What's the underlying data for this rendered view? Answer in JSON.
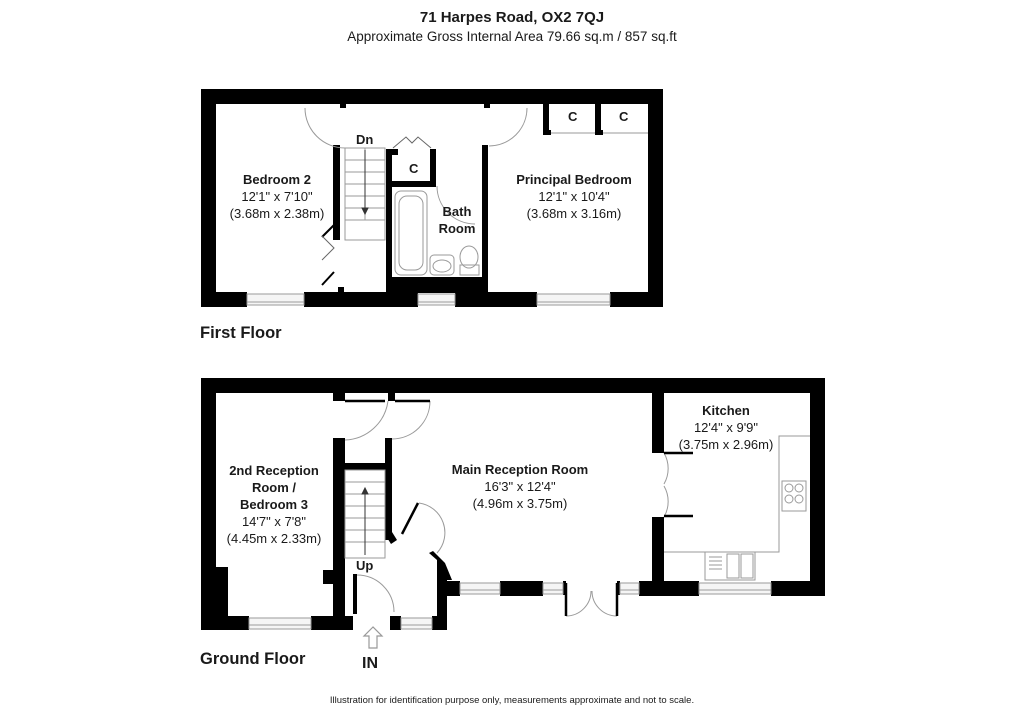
{
  "header": {
    "title": "71 Harpes Road, OX2 7QJ",
    "subtitle": "Approximate Gross Internal Area 79.66 sq.m / 857 sq.ft"
  },
  "first_floor": {
    "label": "First Floor",
    "stairs_label": "Dn",
    "rooms": [
      {
        "name": "Bedroom 2",
        "dim_imperial": "12'1\" x 7'10\"",
        "dim_metric": "(3.68m x 2.38m)"
      },
      {
        "name_line1": "Bath",
        "name_line2": "Room"
      },
      {
        "name": "Principal Bedroom",
        "dim_imperial": "12'1\" x 10'4\"",
        "dim_metric": "(3.68m x 3.16m)"
      }
    ],
    "cupboards": [
      "C",
      "C",
      "C"
    ]
  },
  "ground_floor": {
    "label": "Ground Floor",
    "stairs_label": "Up",
    "entrance_label": "IN",
    "rooms": [
      {
        "name_line1": "2nd Reception",
        "name_line2": "Room /",
        "name_line3": "Bedroom 3",
        "dim_imperial": "14'7\" x 7'8\"",
        "dim_metric": "(4.45m x 2.33m)"
      },
      {
        "name": "Main Reception Room",
        "dim_imperial": "16'3\" x 12'4\"",
        "dim_metric": "(4.96m x 3.75m)"
      },
      {
        "name": "Kitchen",
        "dim_imperial": "12'4\" x 9'9\"",
        "dim_metric": "(3.75m x 2.96m)"
      }
    ]
  },
  "footer": {
    "disclaimer": "Illustration for identification purpose only, measurements approximate and not to scale."
  },
  "colors": {
    "wall": "#000000",
    "fixture_line": "#b0b0b0",
    "window_fill": "#f4f4f4",
    "text": "#1a1a1a"
  }
}
